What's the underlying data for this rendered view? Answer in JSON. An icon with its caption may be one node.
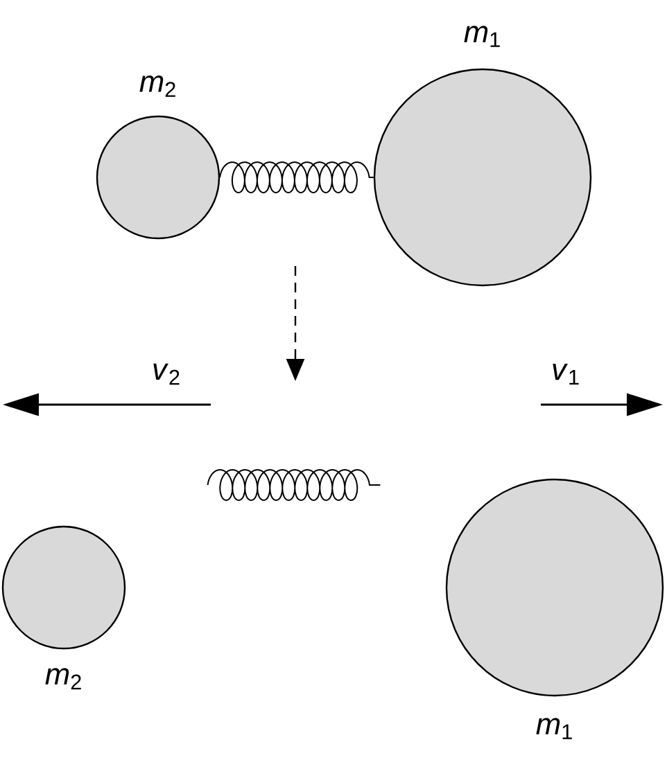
{
  "diagram": {
    "nodes": [
      {
        "text": [
          "*m*$_{2}$"
        ]
      },
      {
        "text": [
          "*m*$_{1}$"
        ]
      },
      {
        "text": [],
        "shape": "spring"
      },
      {
        "text": [
          "*m*$_{2}$"
        ]
      },
      {
        "text": [
          "*m*$_{1}$"
        ]
      }
    ],
    "edges": [
      {
        "from": 0,
        "to": 1,
        "arrow": "none"
      }
    ],
    "labels": [
      "*v*$_{2}$",
      "*v*$_{1}$"
    ]
  }
}
